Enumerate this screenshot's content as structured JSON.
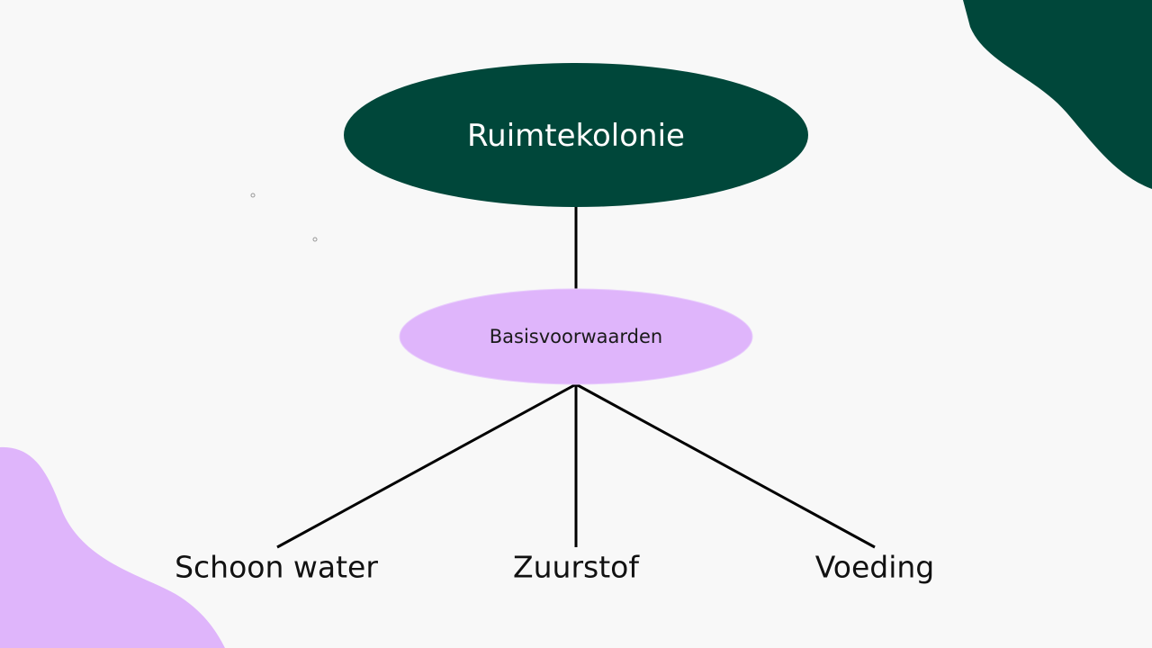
{
  "diagram": {
    "root": {
      "label": "Ruimtekolonie"
    },
    "middle": {
      "label": "Basisvoorwaarden"
    },
    "leaves": [
      {
        "label": "Schoon water"
      },
      {
        "label": "Zuurstof"
      },
      {
        "label": "Voeding"
      }
    ]
  },
  "colors": {
    "background": "#f8f8f8",
    "dark_green": "#00473a",
    "lilac": "#dfb5fb",
    "line": "#000000"
  }
}
